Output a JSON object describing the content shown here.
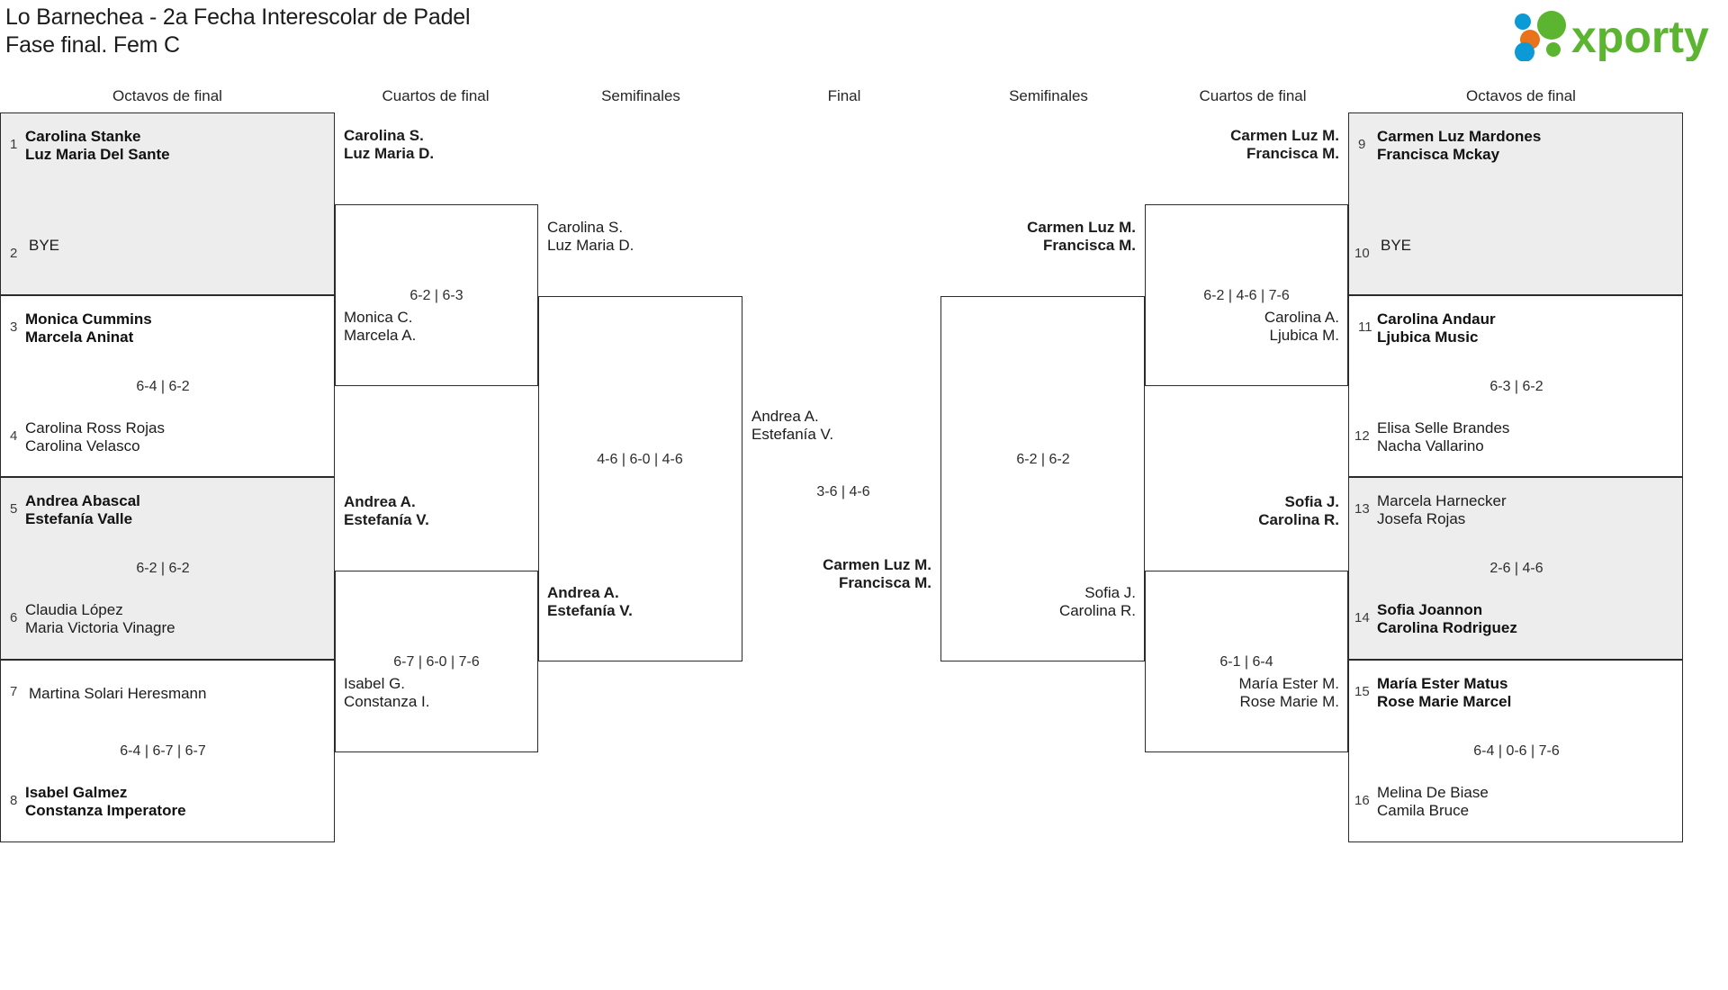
{
  "header": {
    "title_line1": "Lo Barnechea - 2a Fecha Interescolar de Padel",
    "title_line2": "Fase final. Fem C",
    "logo_text": "xporty",
    "logo_colors": {
      "green": "#5cb531",
      "orange": "#e8731b",
      "blue": "#0b9ad6"
    }
  },
  "rounds": {
    "left": [
      {
        "label": "Octavos de final"
      },
      {
        "label": "Cuartos de final"
      },
      {
        "label": "Semifinales"
      }
    ],
    "center": {
      "label": "Final"
    },
    "right": [
      {
        "label": "Semifinales"
      },
      {
        "label": "Cuartos de final"
      },
      {
        "label": "Octavos de final"
      }
    ]
  },
  "left": {
    "octavos": [
      {
        "shade": "gray",
        "top": {
          "seed": "1",
          "line1": "Carolina Stanke",
          "line2": "Luz Maria Del Sante",
          "winner": true
        },
        "bottom": {
          "seed": "2",
          "line1": "BYE",
          "line2": "",
          "winner": false
        },
        "score": ""
      },
      {
        "shade": "white",
        "top": {
          "seed": "3",
          "line1": "Monica Cummins",
          "line2": "Marcela Aninat",
          "winner": true
        },
        "bottom": {
          "seed": "4",
          "line1": "Carolina Ross Rojas",
          "line2": "Carolina Velasco",
          "winner": false
        },
        "score": "6-4 | 6-2"
      },
      {
        "shade": "gray",
        "top": {
          "seed": "5",
          "line1": "Andrea Abascal",
          "line2": "Estefanía Valle",
          "winner": true
        },
        "bottom": {
          "seed": "6",
          "line1": "Claudia López",
          "line2": "Maria Victoria Vinagre",
          "winner": false
        },
        "score": "6-2 | 6-2"
      },
      {
        "shade": "white",
        "top": {
          "seed": "7",
          "line1": "Martina Solari Heresmann",
          "line2": "",
          "winner": false
        },
        "bottom": {
          "seed": "8",
          "line1": "Isabel Galmez",
          "line2": "Constanza Imperatore",
          "winner": true
        },
        "score": "6-4 | 6-7 | 6-7"
      }
    ],
    "cuartos": [
      {
        "top": {
          "line1": "Carolina S.",
          "line2": "Luz Maria D.",
          "winner": true
        },
        "bottom": {
          "line1": "Monica C.",
          "line2": "Marcela A.",
          "winner": false
        },
        "score": "6-2 | 6-3"
      },
      {
        "top": {
          "line1": "Andrea A.",
          "line2": "Estefanía V.",
          "winner": true
        },
        "bottom": {
          "line1": "Isabel G.",
          "line2": "Constanza I.",
          "winner": false
        },
        "score": "6-7 | 6-0 | 7-6"
      }
    ],
    "semifinal": {
      "top": {
        "line1": "Carolina S.",
        "line2": "Luz Maria D.",
        "winner": false
      },
      "bottom": {
        "line1": "Andrea A.",
        "line2": "Estefanía V.",
        "winner": true
      },
      "score": "4-6 | 6-0 | 4-6"
    }
  },
  "final": {
    "top": {
      "line1": "Andrea A.",
      "line2": "Estefanía V.",
      "winner": false
    },
    "bottom": {
      "line1": "Carmen Luz M.",
      "line2": "Francisca M.",
      "winner": true
    },
    "score": "3-6 | 4-6"
  },
  "right": {
    "octavos": [
      {
        "shade": "gray",
        "top": {
          "seed": "9",
          "line1": "Carmen Luz Mardones",
          "line2": "Francisca Mckay",
          "winner": true
        },
        "bottom": {
          "seed": "10",
          "line1": "BYE",
          "line2": "",
          "winner": false
        },
        "score": ""
      },
      {
        "shade": "white",
        "top": {
          "seed": "11",
          "line1": "Carolina Andaur",
          "line2": "Ljubica Music",
          "winner": true
        },
        "bottom": {
          "seed": "12",
          "line1": "Elisa Selle Brandes",
          "line2": "Nacha Vallarino",
          "winner": false
        },
        "score": "6-3 | 6-2"
      },
      {
        "shade": "gray",
        "top": {
          "seed": "13",
          "line1": "Marcela Harnecker",
          "line2": "Josefa Rojas",
          "winner": false
        },
        "bottom": {
          "seed": "14",
          "line1": "Sofia Joannon",
          "line2": "Carolina Rodriguez",
          "winner": true
        },
        "score": "2-6 | 4-6"
      },
      {
        "shade": "white",
        "top": {
          "seed": "15",
          "line1": "María Ester Matus",
          "line2": "Rose Marie Marcel",
          "winner": true
        },
        "bottom": {
          "seed": "16",
          "line1": "Melina De Biase",
          "line2": "Camila Bruce",
          "winner": false
        },
        "score": "6-4 | 0-6 | 7-6"
      }
    ],
    "cuartos": [
      {
        "top": {
          "line1": "Carmen Luz M.",
          "line2": "Francisca M.",
          "winner": true
        },
        "bottom": {
          "line1": "Carolina A.",
          "line2": "Ljubica M.",
          "winner": false
        },
        "score": "6-2 | 4-6 | 7-6"
      },
      {
        "top": {
          "line1": "Sofia J.",
          "line2": "Carolina R.",
          "winner": true
        },
        "bottom": {
          "line1": "María Ester M.",
          "line2": "Rose Marie M.",
          "winner": false
        },
        "score": "6-1 | 6-4"
      }
    ],
    "semifinal": {
      "top": {
        "line1": "Carmen Luz M.",
        "line2": "Francisca M.",
        "winner": true
      },
      "bottom": {
        "line1": "Sofia J.",
        "line2": "Carolina R.",
        "winner": false
      },
      "score": "6-2 | 6-2"
    }
  }
}
